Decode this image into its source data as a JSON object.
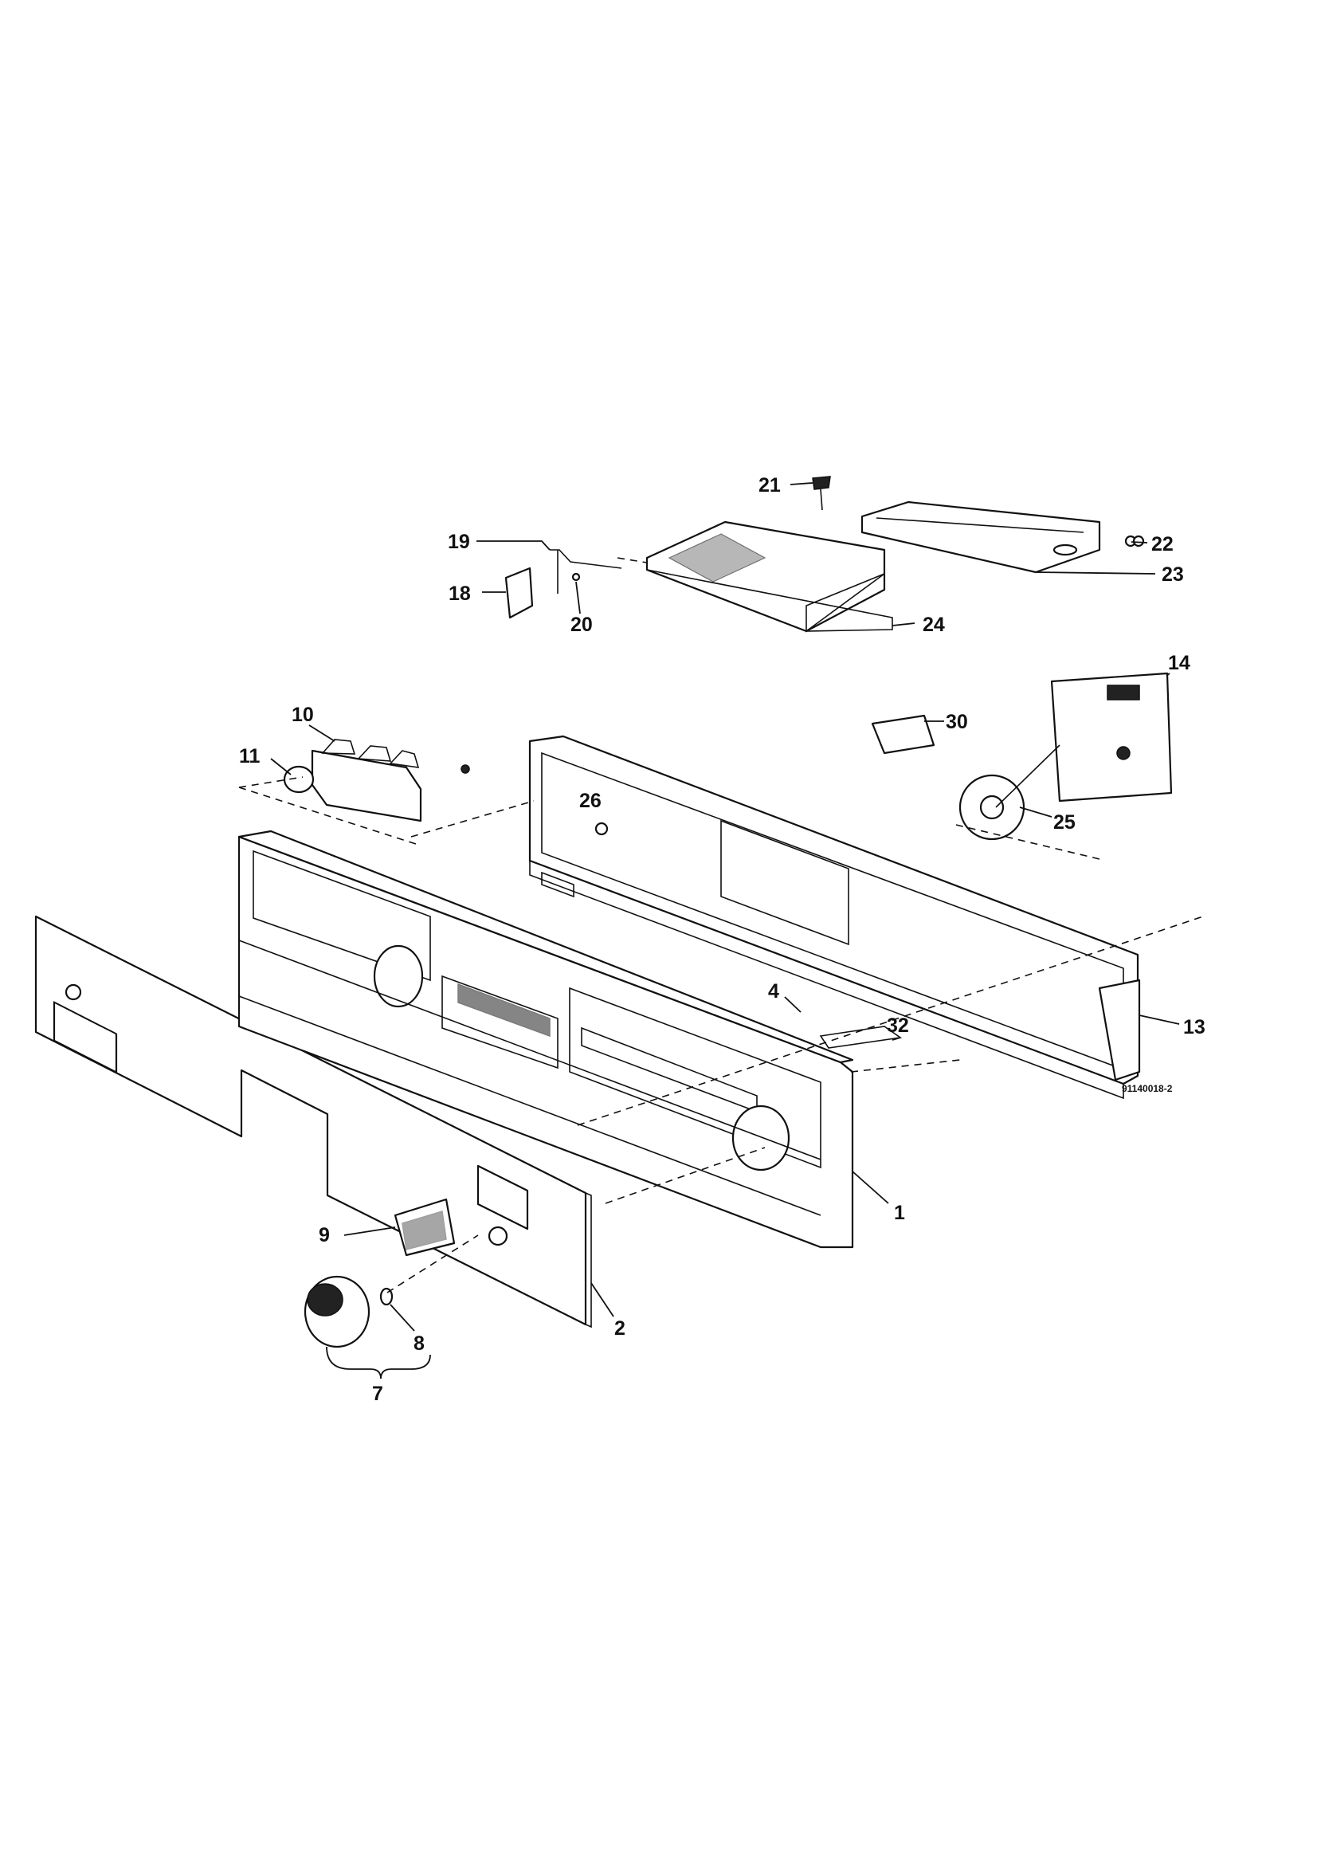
{
  "callouts": [
    {
      "label": "21"
    },
    {
      "label": "22"
    },
    {
      "label": "23"
    },
    {
      "label": "19"
    },
    {
      "label": "18"
    },
    {
      "label": "20"
    },
    {
      "label": "24"
    },
    {
      "label": "14"
    },
    {
      "label": "10"
    },
    {
      "label": "30"
    },
    {
      "label": "11"
    },
    {
      "label": "26"
    },
    {
      "label": "25"
    },
    {
      "label": "4"
    },
    {
      "label": "32"
    },
    {
      "label": "13"
    },
    {
      "label": "1"
    },
    {
      "label": "9"
    },
    {
      "label": "2"
    },
    {
      "label": "8"
    },
    {
      "label": "7"
    }
  ],
  "drawing_number": "91140018-2"
}
